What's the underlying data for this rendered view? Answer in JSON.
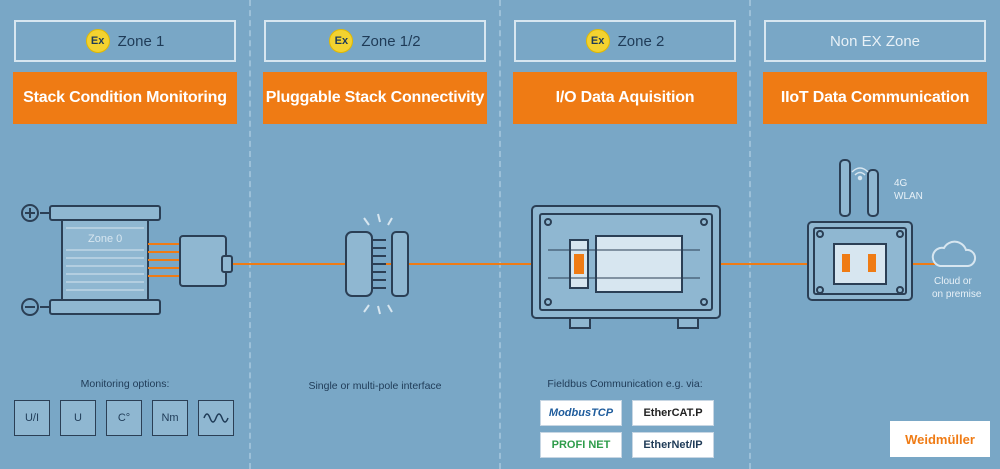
{
  "zones": [
    {
      "label": "Zone 1",
      "ex": true
    },
    {
      "label": "Zone 1/2",
      "ex": true
    },
    {
      "label": "Zone 2",
      "ex": true
    },
    {
      "label": "Non EX Zone",
      "ex": false
    }
  ],
  "ex_label": "Ex",
  "sections": [
    {
      "title": "Stack Condition Monitoring"
    },
    {
      "title": "Pluggable Stack Connectivity"
    },
    {
      "title": "I/O Data Aquisition"
    },
    {
      "title": "IIoT Data Communication"
    }
  ],
  "stack": {
    "zone_label": "Zone 0",
    "plus": "+",
    "minus": "−"
  },
  "iot": {
    "wireless": "4G\nWLAN",
    "wireless_line1": "4G",
    "wireless_line2": "WLAN",
    "cloud_line1": "Cloud or",
    "cloud_line2": "on premise"
  },
  "captions": {
    "monitoring": "Monitoring options:",
    "pluggable": "Single or multi-pole interface",
    "fieldbus": "Fieldbus Communication e.g. via:"
  },
  "monitor_options": [
    {
      "label": "U/I",
      "icon": "current-voltage-icon"
    },
    {
      "label": "U",
      "icon": "voltage-icon"
    },
    {
      "label": "C°",
      "icon": "thermometer-icon"
    },
    {
      "label": "Nm",
      "icon": "torque-icon"
    },
    {
      "label": "",
      "icon": "vibration-wave-icon"
    }
  ],
  "fieldbus": [
    {
      "label": "ModbusTCP"
    },
    {
      "label": "EtherCAT.P"
    },
    {
      "label": "PROFI NET"
    },
    {
      "label": "EtherNet/IP"
    }
  ],
  "brand": "Weidmüller",
  "colors": {
    "background": "#79a7c6",
    "accent": "#ef7b14",
    "line": "#2b3f55"
  }
}
